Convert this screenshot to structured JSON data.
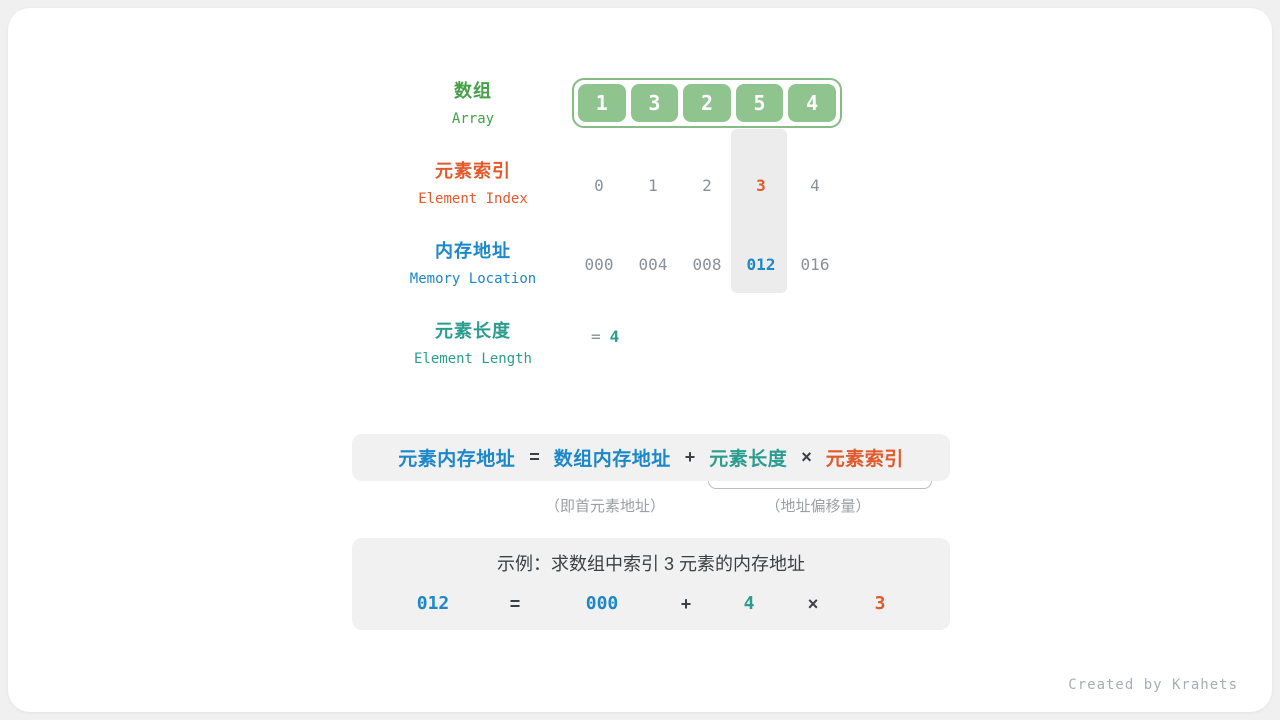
{
  "colors": {
    "green_label": "#46a049",
    "cell_green": "#8fc48f",
    "orange": "#e2592b",
    "blue": "#1c87c9",
    "teal": "#2a9d8f",
    "gray_value": "#8a9196",
    "dark_text": "#3b4043",
    "box_bg": "#f1f1f1"
  },
  "rows": {
    "array": {
      "label_zh": "数组",
      "label_en": "Array",
      "values": [
        "1",
        "3",
        "2",
        "5",
        "4"
      ]
    },
    "index": {
      "label_zh": "元素索引",
      "label_en": "Element Index",
      "values": [
        "0",
        "1",
        "2",
        "3",
        "4"
      ]
    },
    "memory": {
      "label_zh": "内存地址",
      "label_en": "Memory Location",
      "values": [
        "000",
        "004",
        "008",
        "012",
        "016"
      ]
    },
    "length": {
      "label_zh": "元素长度",
      "label_en": "Element Length",
      "equals": "=",
      "value": "4"
    }
  },
  "formula": {
    "result": "元素内存地址",
    "equals": "=",
    "base": "数组内存地址",
    "plus": "+",
    "length": "元素长度",
    "times": "×",
    "index": "元素索引",
    "note_base": "（即首元素地址）",
    "note_offset": "（地址偏移量）"
  },
  "example": {
    "title": "示例：求数组中索引 3 元素的内存地址",
    "result": "012",
    "equals": "=",
    "base": "000",
    "plus": "+",
    "length": "4",
    "times": "×",
    "index": "3"
  },
  "footer": {
    "credit": "Created by Krahets"
  }
}
